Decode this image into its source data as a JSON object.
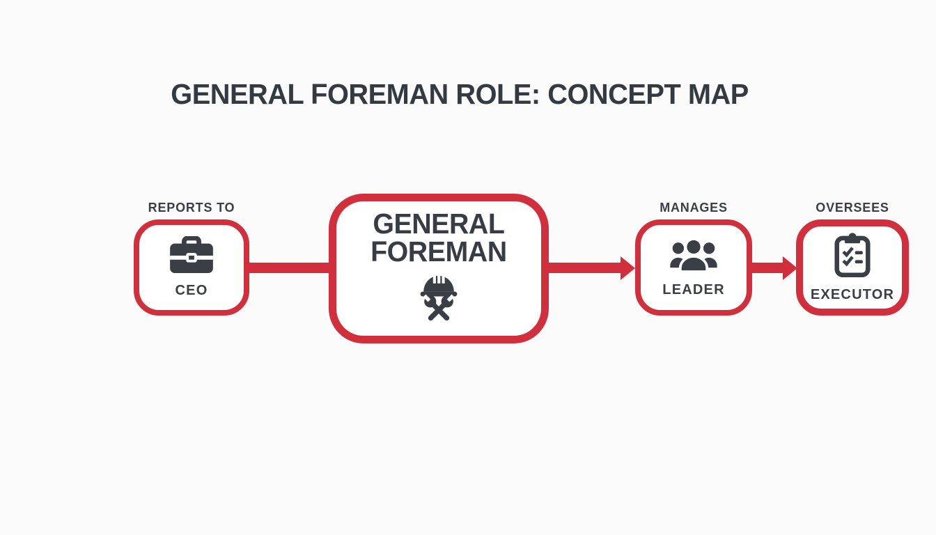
{
  "title": "GENERAL FOREMAN ROLE: CONCEPT MAP",
  "colors": {
    "accent_red": "#d22f3c",
    "text_charcoal": "#3a3f46",
    "background": "#fcfbfb",
    "node_fill": "#ffffff"
  },
  "nodes": {
    "ceo": {
      "relation": "REPORTS TO",
      "label": "CEO",
      "icon": "briefcase-icon"
    },
    "general_foreman": {
      "label_line1": "GENERAL",
      "label_line2": "FOREMAN",
      "icon": "hardhat-tools-icon"
    },
    "leader": {
      "relation": "MANAGES",
      "label": "LEADER",
      "icon": "people-group-icon"
    },
    "executor": {
      "relation": "OVERSEES",
      "label": "EXECUTOR",
      "icon": "clipboard-checklist-icon"
    }
  },
  "connectors": [
    {
      "from": "ceo",
      "to": "general_foreman",
      "style": "line"
    },
    {
      "from": "general_foreman",
      "to": "leader",
      "style": "arrow"
    },
    {
      "from": "leader",
      "to": "executor",
      "style": "arrow"
    }
  ]
}
